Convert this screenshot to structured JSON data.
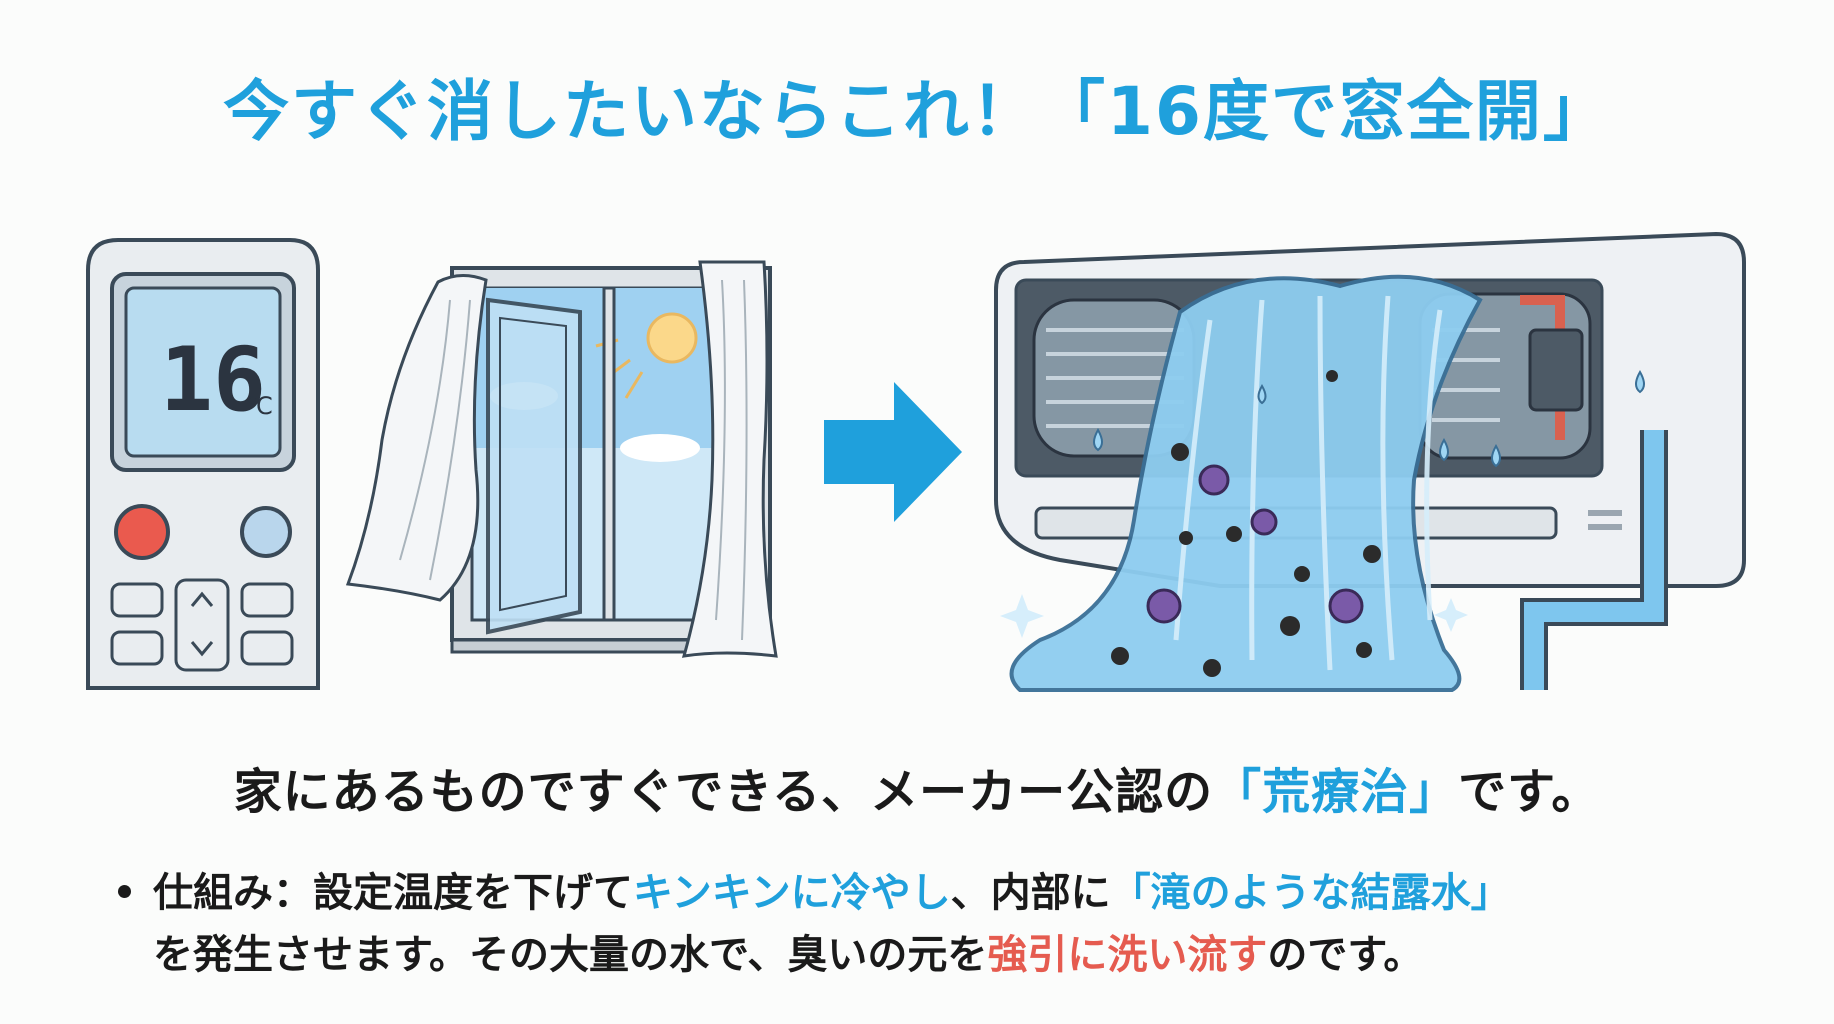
{
  "title": "今すぐ消したいならこれ！「16度で窓全開」",
  "remote": {
    "display_value": "16",
    "unit": "℃"
  },
  "subtitle": {
    "before": "家にあるものですぐできる、メーカー公認の",
    "highlight": "「荒療治」",
    "after": "です。"
  },
  "bullet": {
    "line1": {
      "a": "仕組み：設定温度を下げて",
      "b": "キンキンに冷やし",
      "c": "、内部に",
      "d": "「滝のような結露水」"
    },
    "line2": {
      "a": "を発生させます。その大量の水で、臭いの元を",
      "b": "強引に洗い流す",
      "c": "のです。"
    }
  },
  "colors": {
    "title": "#1fa0dc",
    "accent": "#1fa0dc",
    "warn": "#e55b4f",
    "text": "#1a1a1a"
  },
  "icons": [
    "remote-control-icon",
    "open-window-icon",
    "right-arrow-icon",
    "air-conditioner-icon"
  ]
}
